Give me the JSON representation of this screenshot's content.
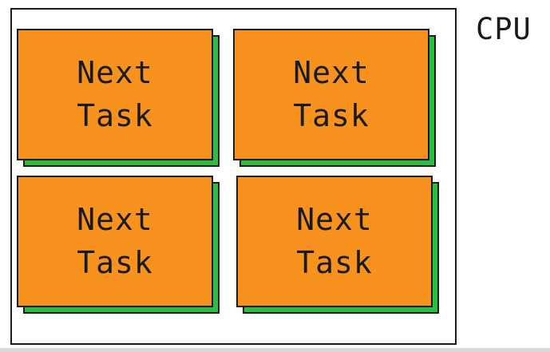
{
  "cpu": {
    "label": "CPU",
    "tasks": [
      {
        "label": "Next\nTask"
      },
      {
        "label": "Next\nTask"
      },
      {
        "label": "Next\nTask"
      },
      {
        "label": "Next\nTask"
      }
    ]
  },
  "colors": {
    "task_fill": "#f7921e",
    "task_shadow": "#2bbf3f",
    "outline": "#1a1a1a"
  }
}
